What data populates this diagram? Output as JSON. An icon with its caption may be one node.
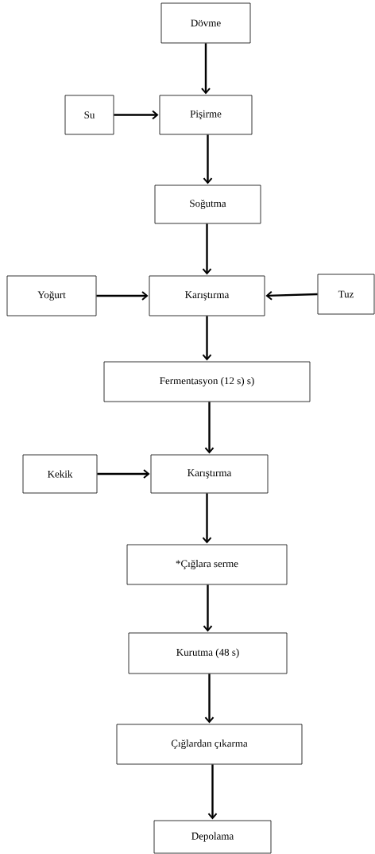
{
  "diagram": {
    "nodes": [
      {
        "text": [
          "Dövme"
        ]
      },
      {
        "text": [
          "Su"
        ]
      },
      {
        "text": [
          "Pişirme"
        ]
      },
      {
        "text": [
          "Soğutma"
        ]
      },
      {
        "text": [
          "Yoğurt"
        ]
      },
      {
        "text": [
          "Karıştırma"
        ]
      },
      {
        "text": [
          "Tuz"
        ]
      },
      {
        "text": [
          "Fermentasyon (12 s) s)"
        ]
      },
      {
        "text": [
          "Kekik"
        ]
      },
      {
        "text": [
          "Karıştırma"
        ]
      },
      {
        "text": [
          "*Çığlara serme"
        ]
      },
      {
        "text": [
          "Kurutma (48 s)"
        ]
      },
      {
        "text": [
          "Çığlardan çıkarma"
        ]
      },
      {
        "text": [
          "Depolama"
        ]
      }
    ],
    "edges": [
      {
        "from": 0,
        "to": 2,
        "arrow": "to"
      },
      {
        "from": 1,
        "to": 2,
        "arrow": "to"
      },
      {
        "from": 2,
        "to": 3,
        "arrow": "to"
      },
      {
        "from": 3,
        "to": 5,
        "arrow": "to"
      },
      {
        "from": 4,
        "to": 5,
        "arrow": "to"
      },
      {
        "from": 6,
        "to": 5,
        "arrow": "to"
      },
      {
        "from": 5,
        "to": 7,
        "arrow": "to"
      },
      {
        "from": 7,
        "to": 9,
        "arrow": "to"
      },
      {
        "from": 8,
        "to": 9,
        "arrow": "to"
      },
      {
        "from": 9,
        "to": 10,
        "arrow": "to"
      },
      {
        "from": 10,
        "to": 11,
        "arrow": "to"
      },
      {
        "from": 11,
        "to": 12,
        "arrow": "to"
      },
      {
        "from": 12,
        "to": 13,
        "arrow": "to"
      }
    ]
  }
}
